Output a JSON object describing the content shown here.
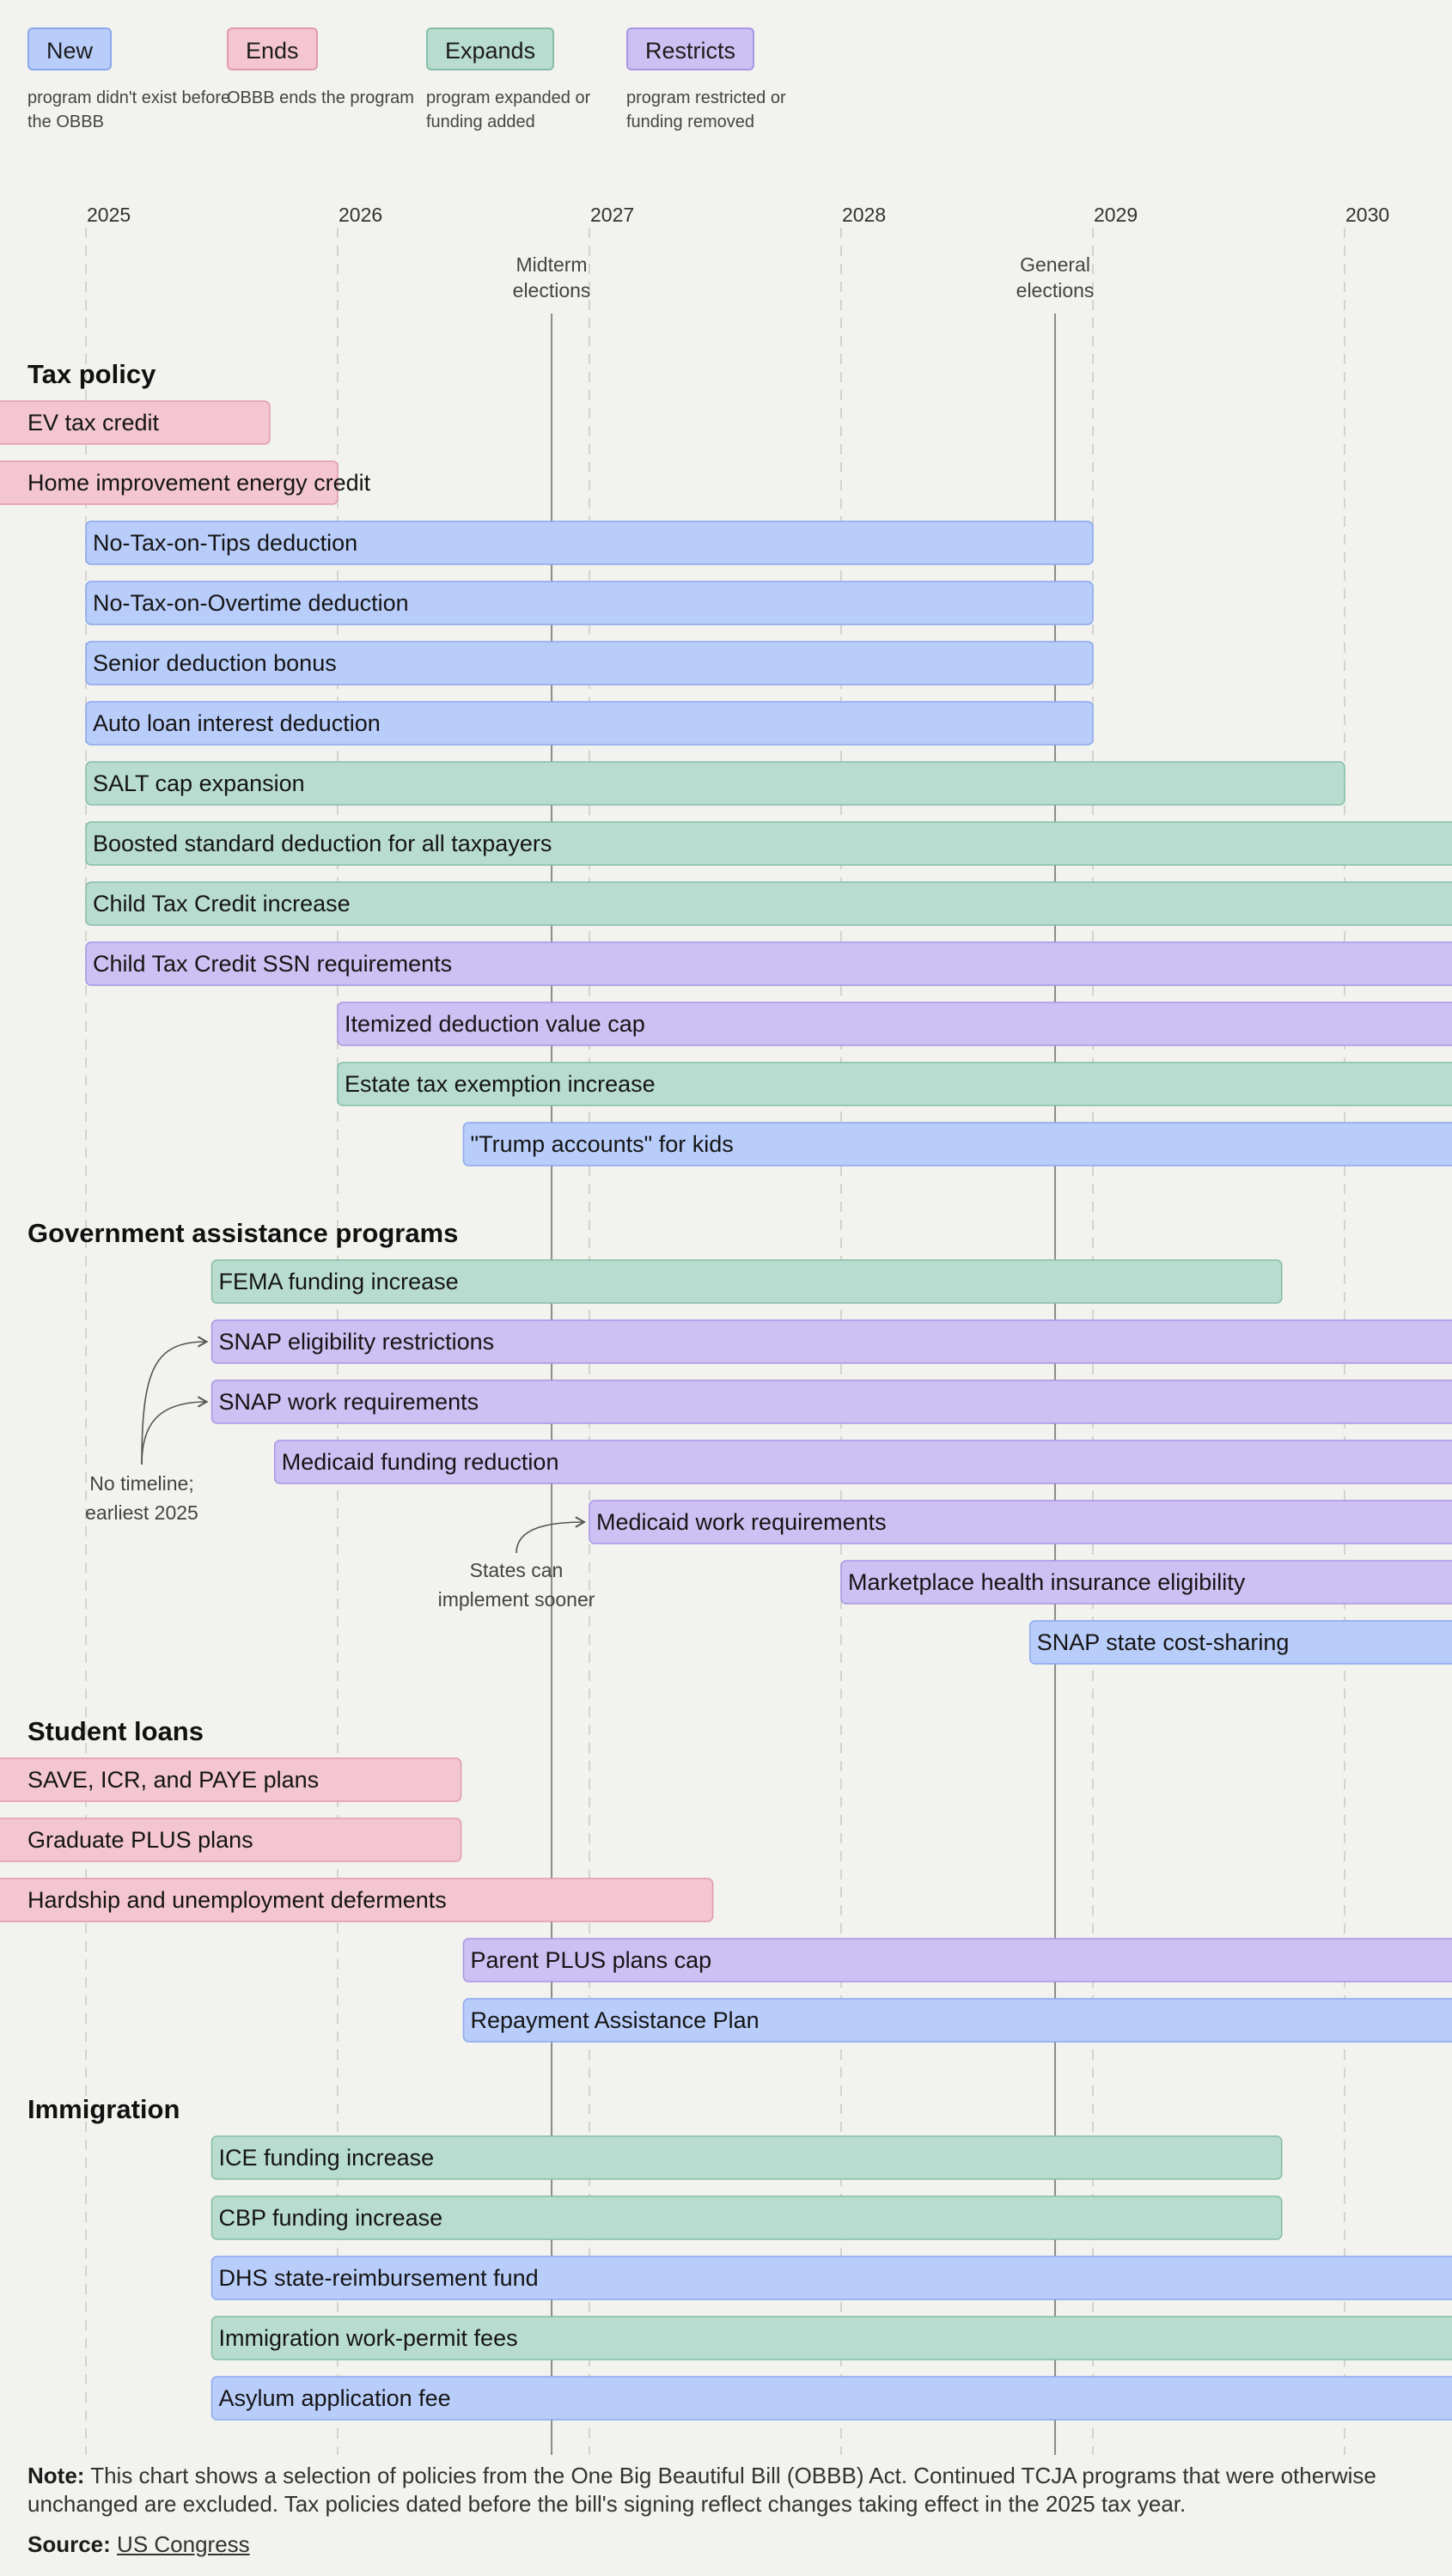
{
  "colors": {
    "New": {
      "fill": "#b9cdfa",
      "stroke": "#8aa8ee"
    },
    "Ends": {
      "fill": "#f3c6d1",
      "stroke": "#e39aae"
    },
    "Expands": {
      "fill": "#b8dccf",
      "stroke": "#86bda8"
    },
    "Restricts": {
      "fill": "#cdc0f2",
      "stroke": "#a896e6"
    }
  },
  "legend": [
    {
      "label": "New",
      "desc": "program didn't exist before the OBBB"
    },
    {
      "label": "Ends",
      "desc": "OBBB ends the program"
    },
    {
      "label": "Expands",
      "desc": "program expanded or funding added"
    },
    {
      "label": "Restricts",
      "desc": "program restricted or funding removed"
    }
  ],
  "chart_data": {
    "type": "timeline",
    "x_axis": {
      "ticks": [
        "2025",
        "2026",
        "2027",
        "2028",
        "2029",
        "2030"
      ],
      "range": [
        2025,
        2030.21
      ]
    },
    "events": [
      {
        "label": "Midterm elections",
        "date": 2026.85
      },
      {
        "label": "General elections",
        "date": 2028.85
      }
    ],
    "groups": [
      {
        "title": "Tax policy",
        "items": [
          {
            "label": "EV tax credit",
            "type": "Ends",
            "start": null,
            "end": 2025.73
          },
          {
            "label": "Home improvement energy credit",
            "type": "Ends",
            "start": null,
            "end": 2026.0
          },
          {
            "label": "No-Tax-on-Tips deduction",
            "type": "New",
            "start": 2025.0,
            "end": 2029.0
          },
          {
            "label": "No-Tax-on-Overtime deduction",
            "type": "New",
            "start": 2025.0,
            "end": 2029.0
          },
          {
            "label": "Senior deduction bonus",
            "type": "New",
            "start": 2025.0,
            "end": 2029.0
          },
          {
            "label": "Auto loan interest deduction",
            "type": "New",
            "start": 2025.0,
            "end": 2029.0
          },
          {
            "label": "SALT cap expansion",
            "type": "Expands",
            "start": 2025.0,
            "end": 2030.0
          },
          {
            "label": "Boosted standard deduction for all taxpayers",
            "type": "Expands",
            "start": 2025.0,
            "end": null
          },
          {
            "label": "Child Tax Credit increase",
            "type": "Expands",
            "start": 2025.0,
            "end": null
          },
          {
            "label": "Child Tax Credit SSN requirements",
            "type": "Restricts",
            "start": 2025.0,
            "end": null
          },
          {
            "label": "Itemized deduction value cap",
            "type": "Restricts",
            "start": 2026.0,
            "end": null
          },
          {
            "label": "Estate tax exemption increase",
            "type": "Expands",
            "start": 2026.0,
            "end": null
          },
          {
            "label": "\"Trump accounts\" for kids",
            "type": "New",
            "start": 2026.5,
            "end": null
          }
        ]
      },
      {
        "title": "Government assistance programs",
        "items": [
          {
            "label": "FEMA funding increase",
            "type": "Expands",
            "start": 2025.5,
            "end": 2029.75
          },
          {
            "label": "SNAP eligibility restrictions",
            "type": "Restricts",
            "start": 2025.5,
            "end": null
          },
          {
            "label": "SNAP work requirements",
            "type": "Restricts",
            "start": 2025.5,
            "end": null
          },
          {
            "label": "Medicaid funding reduction",
            "type": "Restricts",
            "start": 2025.75,
            "end": null
          },
          {
            "label": "Medicaid work requirements",
            "type": "Restricts",
            "start": 2027.0,
            "end": null
          },
          {
            "label": "Marketplace health insurance eligibility",
            "type": "Restricts",
            "start": 2028.0,
            "end": null
          },
          {
            "label": "SNAP state cost-sharing",
            "type": "New",
            "start": 2028.75,
            "end": null
          }
        ]
      },
      {
        "title": "Student loans",
        "items": [
          {
            "label": "SAVE, ICR, and PAYE plans",
            "type": "Ends",
            "start": null,
            "end": 2026.49
          },
          {
            "label": "Graduate PLUS plans",
            "type": "Ends",
            "start": null,
            "end": 2026.49
          },
          {
            "label": "Hardship and unemployment deferments",
            "type": "Ends",
            "start": null,
            "end": 2027.49
          },
          {
            "label": "Parent PLUS plans cap",
            "type": "Restricts",
            "start": 2026.5,
            "end": null
          },
          {
            "label": "Repayment Assistance Plan",
            "type": "New",
            "start": 2026.5,
            "end": null
          }
        ]
      },
      {
        "title": "Immigration",
        "items": [
          {
            "label": "ICE funding increase",
            "type": "Expands",
            "start": 2025.5,
            "end": 2029.75
          },
          {
            "label": "CBP funding increase",
            "type": "Expands",
            "start": 2025.5,
            "end": 2029.75
          },
          {
            "label": "DHS state-reimbursement fund",
            "type": "New",
            "start": 2025.5,
            "end": null
          },
          {
            "label": "Immigration work-permit fees",
            "type": "Expands",
            "start": 2025.5,
            "end": null
          },
          {
            "label": "Asylum application fee",
            "type": "New",
            "start": 2025.5,
            "end": null
          }
        ]
      }
    ],
    "annotations": [
      {
        "text": "No timeline; earliest 2025",
        "lines": [
          "No timeline;",
          "earliest 2025"
        ],
        "targets": [
          "SNAP eligibility restrictions",
          "SNAP work requirements"
        ]
      },
      {
        "text": "States can implement sooner",
        "lines": [
          "States can",
          "implement sooner"
        ],
        "targets": [
          "Medicaid work requirements"
        ]
      }
    ]
  },
  "footer": {
    "note_label": "Note:",
    "note_text": "This chart shows a selection of policies from the One Big Beautiful Bill (OBBB) Act. Continued TCJA programs that were otherwise unchanged are excluded. Tax policies dated before the bill's signing reflect changes taking effect in the 2025 tax year.",
    "source_label": "Source:",
    "source_link": "US Congress"
  }
}
